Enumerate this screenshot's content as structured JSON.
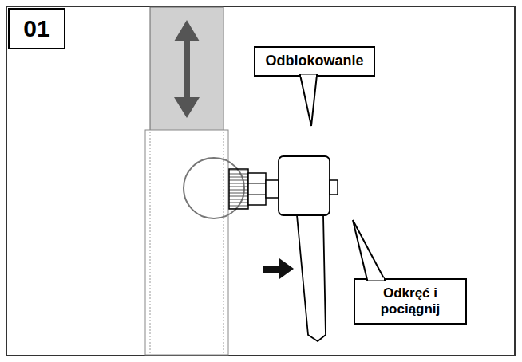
{
  "diagram": {
    "nodes": [
      {
        "text": [
          "01"
        ]
      },
      {
        "text": [
          "Odblokowanie"
        ]
      },
      {
        "text": [
          "Odkręć i pociągnij"
        ]
      }
    ]
  }
}
